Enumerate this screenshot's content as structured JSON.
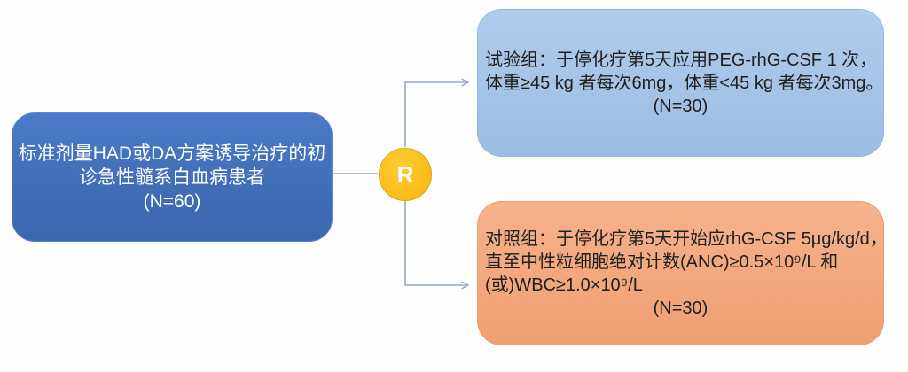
{
  "diagram": {
    "enrollment_box": {
      "lines": [
        "标准剂量HAD或DA方案诱导治疗的初",
        "诊急性髓系白血病患者",
        "(N=60)"
      ]
    },
    "randomization_node": {
      "label": "R"
    },
    "experimental_box": {
      "lines": [
        "试验组：于停化疗第5天应用PEG-rhG-CSF 1 次，",
        "体重≥45 kg 者每次6mg，体重<45 kg 者每次3mg。",
        "(N=30)"
      ]
    },
    "control_box": {
      "lines": [
        "对照组：于停化疗第5天开始应rhG-CSF 5μg/kg/d，",
        "直至中性粒细胞绝对计数(ANC)≥0.5×10⁹/L 和",
        "(或)WBC≥1.0×10⁹/L",
        "(N=30)"
      ]
    },
    "colors": {
      "enrollment_fill": "#4470ba",
      "experimental_fill": "#a5c4e7",
      "control_fill": "#f3a87d",
      "randomization_fill": "#fbc01e",
      "connector": "#93a9c7",
      "enrollment_text": "#ffffff",
      "arm_text": "#1f1f1f"
    }
  }
}
